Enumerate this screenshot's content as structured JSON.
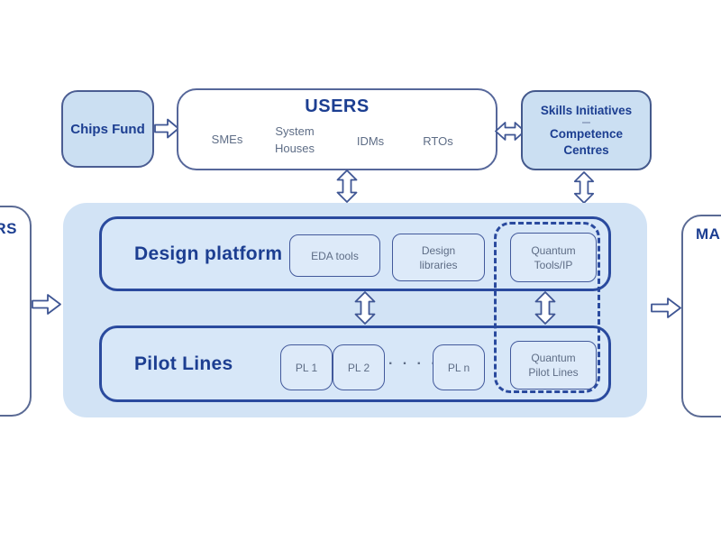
{
  "colors": {
    "navy_text": "#1c3e91",
    "heavy_border": "#2a4a9e",
    "light_blue_fill": "#cbdff2",
    "container_fill": "#d2e3f5",
    "mini_box_fill": "#ddeaf9",
    "muted_text": "#5e6d86",
    "white_fill": "#ffffff"
  },
  "suppliers_partial": {
    "visible_text": "RS"
  },
  "markets_partial": {
    "visible_text": "MA"
  },
  "chips_fund": {
    "label": "Chips Fund"
  },
  "users": {
    "title": "USERS",
    "item_smes": "SMEs",
    "item_system_line1": "System",
    "item_system_line2": "Houses",
    "item_idms": "IDMs",
    "item_rtos": "RTOs"
  },
  "skills": {
    "title": "Skills Initiatives",
    "line1": "Competence",
    "line2": "Centres"
  },
  "design_platform": {
    "title": "Design platform",
    "eda_label": "EDA tools",
    "libraries_line1": "Design",
    "libraries_line2": "libraries",
    "quantum_line1": "Quantum",
    "quantum_line2": "Tools/IP"
  },
  "pilot_lines": {
    "title": "Pilot Lines",
    "pl1": "PL 1",
    "pl2": "PL 2",
    "dots": "· · · ·",
    "pln": "PL n",
    "quantum_line1": "Quantum",
    "quantum_line2": "Pilot Lines"
  },
  "icons": {
    "right_arrow": "hollow-right-arrow",
    "double_arrow_horizontal": "hollow-double-arrow-horizontal",
    "double_arrow_vertical": "hollow-double-arrow-vertical"
  }
}
